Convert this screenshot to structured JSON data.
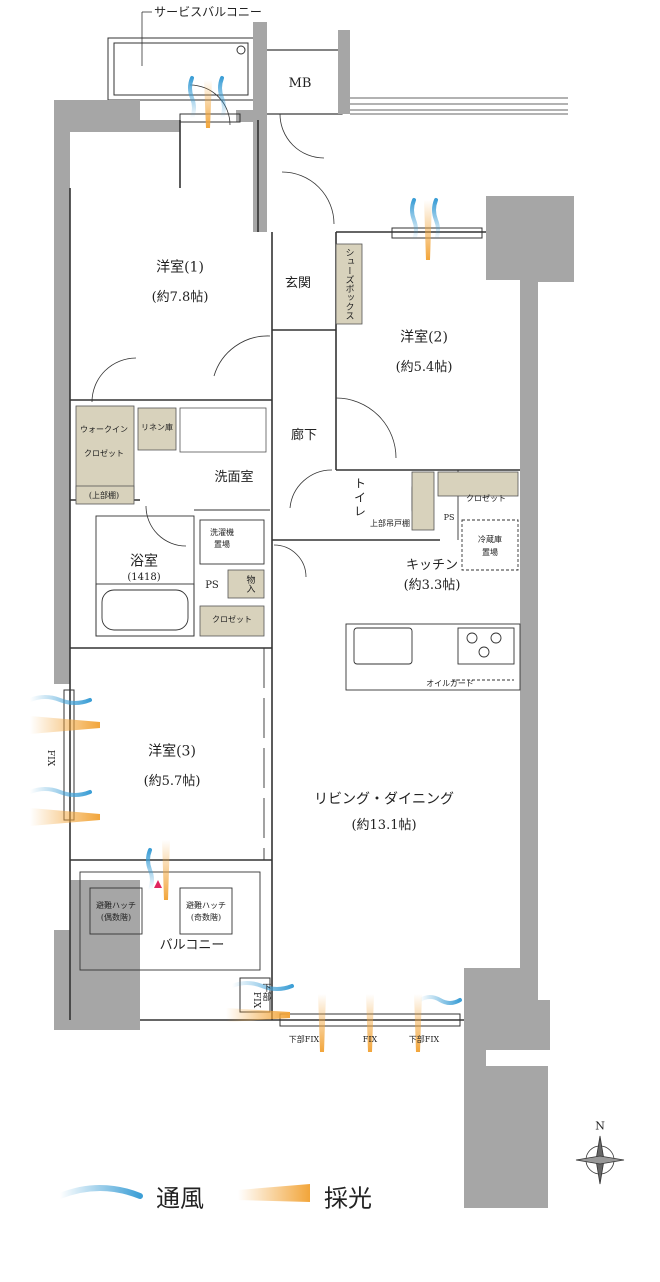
{
  "rooms": {
    "service_balcony": "サービスバルコニー",
    "mb": "MB",
    "western1_name": "洋室(1)",
    "western1_size": "(約7.8帖)",
    "western2_name": "洋室(2)",
    "western2_size": "(約5.4帖)",
    "western3_name": "洋室(3)",
    "western3_size": "(約5.7帖)",
    "entrance": "玄関",
    "shoe_box": "シューズボックス",
    "walkin_line1": "ウォークイン",
    "walkin_line2": "クロゼット",
    "upper_shelf": "(上部棚)",
    "linen": "リネン庫",
    "washroom": "洗面室",
    "hallway": "廊下",
    "toilet": "トイレ",
    "upper_cabinet": "上部吊戸棚",
    "ps1": "PS",
    "ps2": "PS",
    "closet_k": "クロゼット",
    "fridge_line1": "冷蔵庫",
    "fridge_line2": "置場",
    "kitchen_name": "キッチン",
    "kitchen_size": "(約3.3帖)",
    "bath_name": "浴室",
    "bath_size": "(1418)",
    "washer_line1": "洗濯機",
    "washer_line2": "置場",
    "storage": "物入",
    "closet3": "クロゼット",
    "oil_guard": "オイルガード",
    "living_name": "リビング・ダイニング",
    "living_size": "(約13.1帖)",
    "hatch_even_line1": "避難ハッチ",
    "hatch_even_line2": "(偶数階)",
    "hatch_odd_line1": "避難ハッチ",
    "hatch_odd_line2": "(奇数階)",
    "balcony": "バルコニー",
    "fix_left": "FIX",
    "fix_bottom_lower1": "下部FIX",
    "fix_bottom_mid": "FIX",
    "fix_bottom_lower2": "下部FIX",
    "fix_side": "FIX",
    "lower_part": "下部"
  },
  "compass": "N",
  "legend": {
    "ventilation": "通風",
    "daylight": "採光"
  },
  "colors": {
    "wall": "#a6a6a6",
    "storage": "#d8d2bc",
    "wind": "#3d9fd6",
    "light": "#f2a53a"
  }
}
